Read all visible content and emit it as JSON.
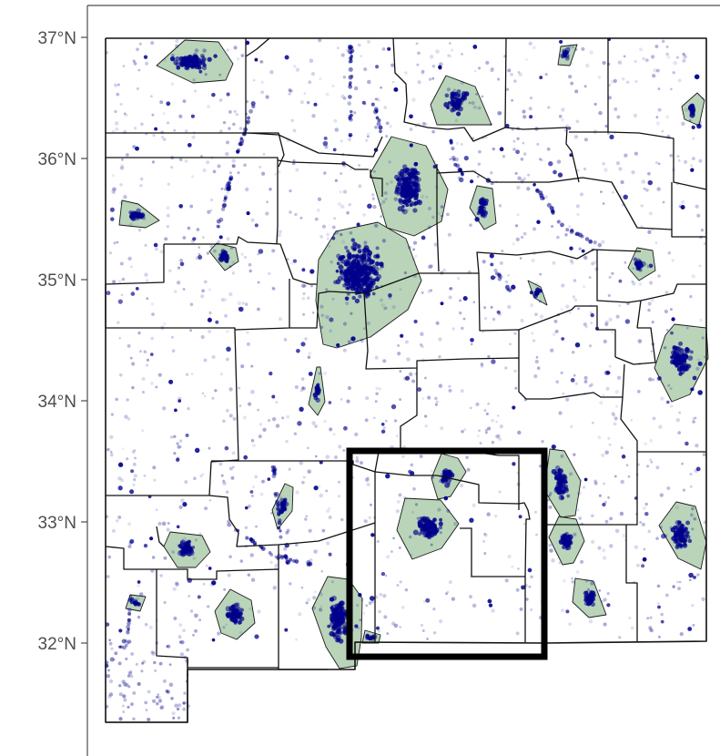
{
  "axis": {
    "y_ticks": [
      {
        "lat": 37,
        "label": "37°N"
      },
      {
        "lat": 36,
        "label": "36°N"
      },
      {
        "lat": 35,
        "label": "35°N"
      },
      {
        "lat": 34,
        "label": "34°N"
      },
      {
        "lat": 33,
        "label": "33°N"
      },
      {
        "lat": 32,
        "label": "32°N"
      }
    ]
  },
  "colors": {
    "points": "#00008b",
    "hull_fill": "#7fb07f",
    "hull_opacity": 0.55,
    "boundaries": "#111111",
    "highlight_box": "#000000"
  }
}
